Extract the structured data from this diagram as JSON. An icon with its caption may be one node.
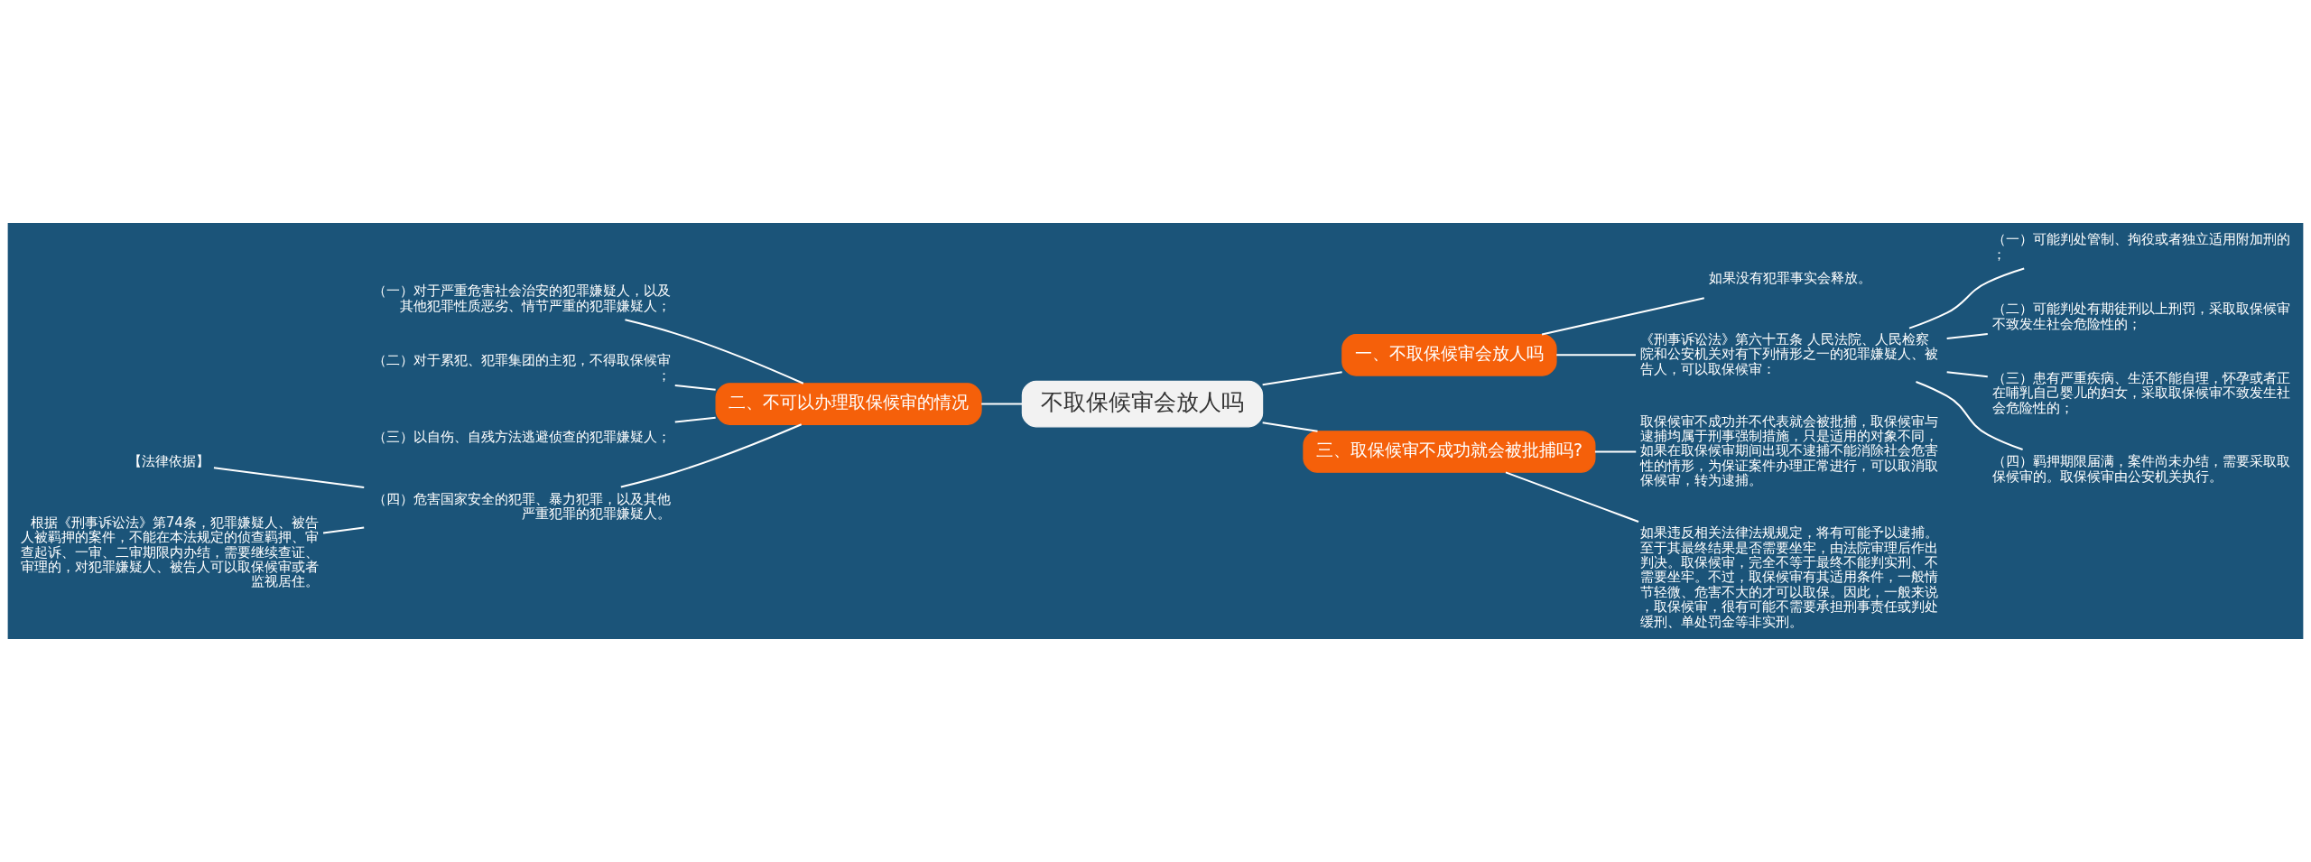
{
  "diagram": {
    "nodes": [
      {
        "text": [
          "不取保候审会放人吗"
        ]
      },
      {
        "text": [
          "一、不取保候审会放人吗"
        ]
      },
      {
        "text": [
          "如果没有犯罪事实会释放。"
        ]
      },
      {
        "text": [
          "《刑事诉讼法》第六十五条 人民法院、人民检察院和公安机关对有下列情形之一的犯罪嫌疑人、被告人，可以取保候审："
        ]
      },
      {
        "text": [
          "（一）可能判处管制、拘役或者独立适用附加刑的；"
        ]
      },
      {
        "text": [
          "（二）可能判处有期徒刑以上刑罚，采取取保候审不致发生社会危险性的；"
        ]
      },
      {
        "text": [
          "（三）患有严重疾病、生活不能自理，怀孕或者正在哺乳自己婴儿的妇女，采取取保候审不致发生社会危险性的；"
        ]
      },
      {
        "text": [
          "（四）羁押期限届满，案件尚未办结，需要采取取保候审的。取保候审由公安机关执行。"
        ]
      },
      {
        "text": [
          "三、取保候审不成功就会被批捕吗?"
        ]
      },
      {
        "text": [
          "取保候审不成功并不代表就会被批捕，取保候审与逮捕均属于刑事强制措施，只是适用的对象不同，如果在取保候审期间出现不逮捕不能消除社会危害性的情形，为保证案件办理正常进行，可以取消取保候审，转为逮捕。"
        ]
      },
      {
        "text": [
          "如果违反相关法律法规规定，将有可能予以逮捕。至于其最终结果是否需要坐牢，由法院审理后作出判决。取保候审，完全不等于最终不能判实刑、不需要坐牢。不过，取保候审有其适用条件，一般情节轻微、危害不大的才可以取保。因此，一般来说，取保候审，很有可能不需要承担刑事责任或判处缓刑、单处罚金等非实刑。"
        ]
      },
      {
        "text": [
          "二、不可以办理取保候审的情况"
        ]
      },
      {
        "text": [
          "（一）对于严重危害社会治安的犯罪嫌疑人，以及其他犯罪性质恶劣、情节严重的犯罪嫌疑人；"
        ]
      },
      {
        "text": [
          "（二）对于累犯、犯罪集团的主犯，不得取保候审；"
        ]
      },
      {
        "text": [
          "（三）以自伤、自残方法逃避侦查的犯罪嫌疑人；"
        ]
      },
      {
        "text": [
          "（四）危害国家安全的犯罪、暴力犯罪，以及其他严重犯罪的犯罪嫌疑人。"
        ]
      },
      {
        "text": [
          "【法律依据】"
        ]
      },
      {
        "text": [
          "根据《刑事诉讼法》第74条，犯罪嫌疑人、被告人被羁押的案件，不能在本法规定的侦查羁押、审查起诉、一审、二审期限内办结，需要继续查证、审理的，对犯罪嫌疑人、被告人可以取保候审或者监视居住。"
        ]
      }
    ],
    "edges": [
      {
        "from": 0,
        "to": 1,
        "arrow": "none"
      },
      {
        "from": 1,
        "to": 2,
        "arrow": "none"
      },
      {
        "from": 1,
        "to": 3,
        "arrow": "none"
      },
      {
        "from": 3,
        "to": 4,
        "arrow": "none"
      },
      {
        "from": 3,
        "to": 5,
        "arrow": "none"
      },
      {
        "from": 3,
        "to": 6,
        "arrow": "none"
      },
      {
        "from": 3,
        "to": 7,
        "arrow": "none"
      },
      {
        "from": 0,
        "to": 8,
        "arrow": "none"
      },
      {
        "from": 8,
        "to": 9,
        "arrow": "none"
      },
      {
        "from": 8,
        "to": 10,
        "arrow": "none"
      },
      {
        "from": 0,
        "to": 11,
        "arrow": "none"
      },
      {
        "from": 11,
        "to": 12,
        "arrow": "none"
      },
      {
        "from": 11,
        "to": 13,
        "arrow": "none"
      },
      {
        "from": 11,
        "to": 14,
        "arrow": "none"
      },
      {
        "from": 11,
        "to": 15,
        "arrow": "none"
      },
      {
        "from": 15,
        "to": 16,
        "arrow": "none"
      },
      {
        "from": 15,
        "to": 17,
        "arrow": "none"
      }
    ]
  }
}
